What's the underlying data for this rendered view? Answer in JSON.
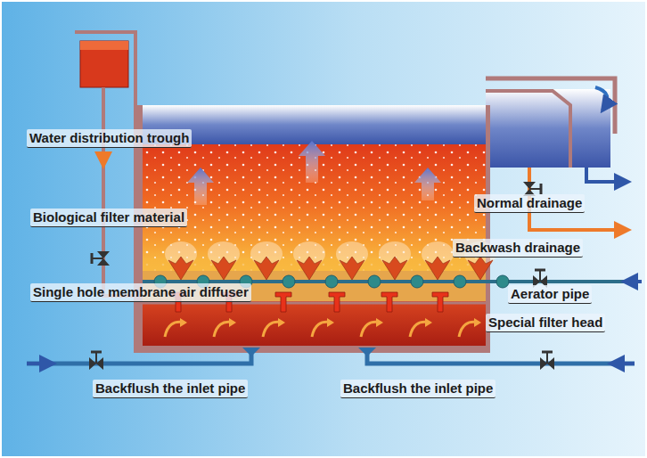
{
  "diagram": {
    "labels": [
      "Water distribution trough",
      "Biological filter material",
      "Single hole membrane air diffuser",
      "Aerator pipe",
      "Special filter head",
      "Normal drainage",
      "Backwash drainage",
      "Backflush the inlet pipe",
      "Backflush the inlet pipe"
    ]
  }
}
